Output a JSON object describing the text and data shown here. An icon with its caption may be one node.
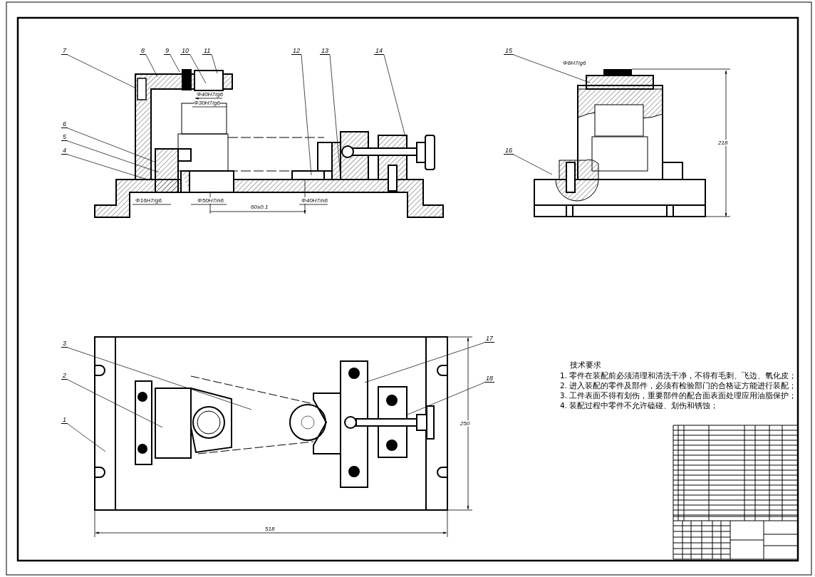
{
  "diagram": {
    "nodes": [
      {
        "text": [
          "7"
        ]
      },
      {
        "text": [
          "8"
        ]
      },
      {
        "text": [
          "9"
        ]
      },
      {
        "text": [
          "10"
        ]
      },
      {
        "text": [
          "11"
        ]
      },
      {
        "text": [
          "12"
        ]
      },
      {
        "text": [
          "13"
        ]
      },
      {
        "text": [
          "14"
        ]
      },
      {
        "text": [
          "15"
        ]
      },
      {
        "text": [
          "6"
        ]
      },
      {
        "text": [
          "5"
        ]
      },
      {
        "text": [
          "4"
        ]
      },
      {
        "text": [
          "16"
        ]
      },
      {
        "text": [
          "17"
        ]
      },
      {
        "text": [
          "3"
        ]
      },
      {
        "text": [
          "2"
        ]
      },
      {
        "text": [
          "18"
        ]
      },
      {
        "text": [
          "1"
        ]
      }
    ],
    "edges": [
      {
        "from": 0,
        "to": null,
        "arrow": "none"
      },
      {
        "from": 1,
        "to": null,
        "arrow": "none"
      },
      {
        "from": 2,
        "to": null,
        "arrow": "none"
      },
      {
        "from": 3,
        "to": null,
        "arrow": "none"
      },
      {
        "from": 4,
        "to": null,
        "arrow": "none"
      },
      {
        "from": 5,
        "to": null,
        "arrow": "none"
      },
      {
        "from": 6,
        "to": null,
        "arrow": "none"
      },
      {
        "from": 7,
        "to": null,
        "arrow": "none"
      },
      {
        "from": 8,
        "to": null,
        "arrow": "none"
      },
      {
        "from": 9,
        "to": null,
        "arrow": "none"
      },
      {
        "from": 10,
        "to": null,
        "arrow": "none"
      },
      {
        "from": 11,
        "to": null,
        "arrow": "none"
      },
      {
        "from": 12,
        "to": null,
        "arrow": "none"
      },
      {
        "from": 13,
        "to": null,
        "arrow": "none"
      },
      {
        "from": 14,
        "to": null,
        "arrow": "none"
      },
      {
        "from": 15,
        "to": null,
        "arrow": "none"
      },
      {
        "from": 16,
        "to": null,
        "arrow": "none"
      },
      {
        "from": 17,
        "to": null,
        "arrow": "none"
      }
    ],
    "labels": [
      "Φ40H7/g6",
      "Φ30H7/g6",
      "Φ16H7/g6",
      "Φ50H7/n6",
      "60±0.1",
      "Φ40H7/n6",
      "Φ8H7/g6",
      "218",
      "250",
      "518",
      "技术要求",
      "1. 零件在装配前必须清理和清洗干净，不得有毛刺、飞边、氧化皮；",
      "2. 进入装配的零件及部件，必须有检验部门的合格证方能进行装配；",
      "3. 工件表面不得有划伤，重要部件的配合面表面处理应用油脂保护；",
      "4. 装配过程中零件不允许磕碰、划伤和锈蚀；"
    ]
  }
}
